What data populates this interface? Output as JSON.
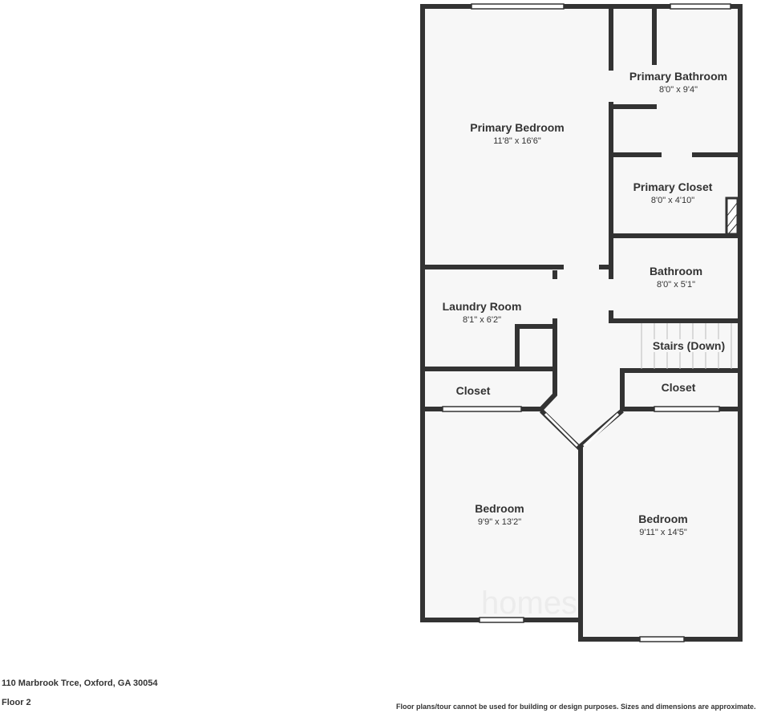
{
  "rooms": [
    {
      "name": "Primary Bathroom",
      "dims": "8'0\" x 9'4\""
    },
    {
      "name": "Primary Bedroom",
      "dims": "11'8\" x 16'6\""
    },
    {
      "name": "Primary Closet",
      "dims": "8'0\" x 4'10\""
    },
    {
      "name": "Bathroom",
      "dims": "8'0\" x 5'1\""
    },
    {
      "name": "Laundry Room",
      "dims": "8'1\" x 6'2\""
    },
    {
      "name": "Stairs (Down)"
    },
    {
      "name": "Closet"
    },
    {
      "name": "Closet"
    },
    {
      "name": "Bedroom",
      "dims": "9'9\" x 13'2\""
    },
    {
      "name": "Bedroom",
      "dims": "9'11\" x 14'5\""
    }
  ],
  "watermark": "homes",
  "address": "110 Marbrook Trce, Oxford, GA 30054",
  "floor": "Floor 2",
  "disclaimer": "Floor plans/tour cannot be used for building or design purposes. Sizes and dimensions are approximate.",
  "colors": {
    "wall": "#333333",
    "floor": "#f7f7f7",
    "window": "#ffffff"
  }
}
